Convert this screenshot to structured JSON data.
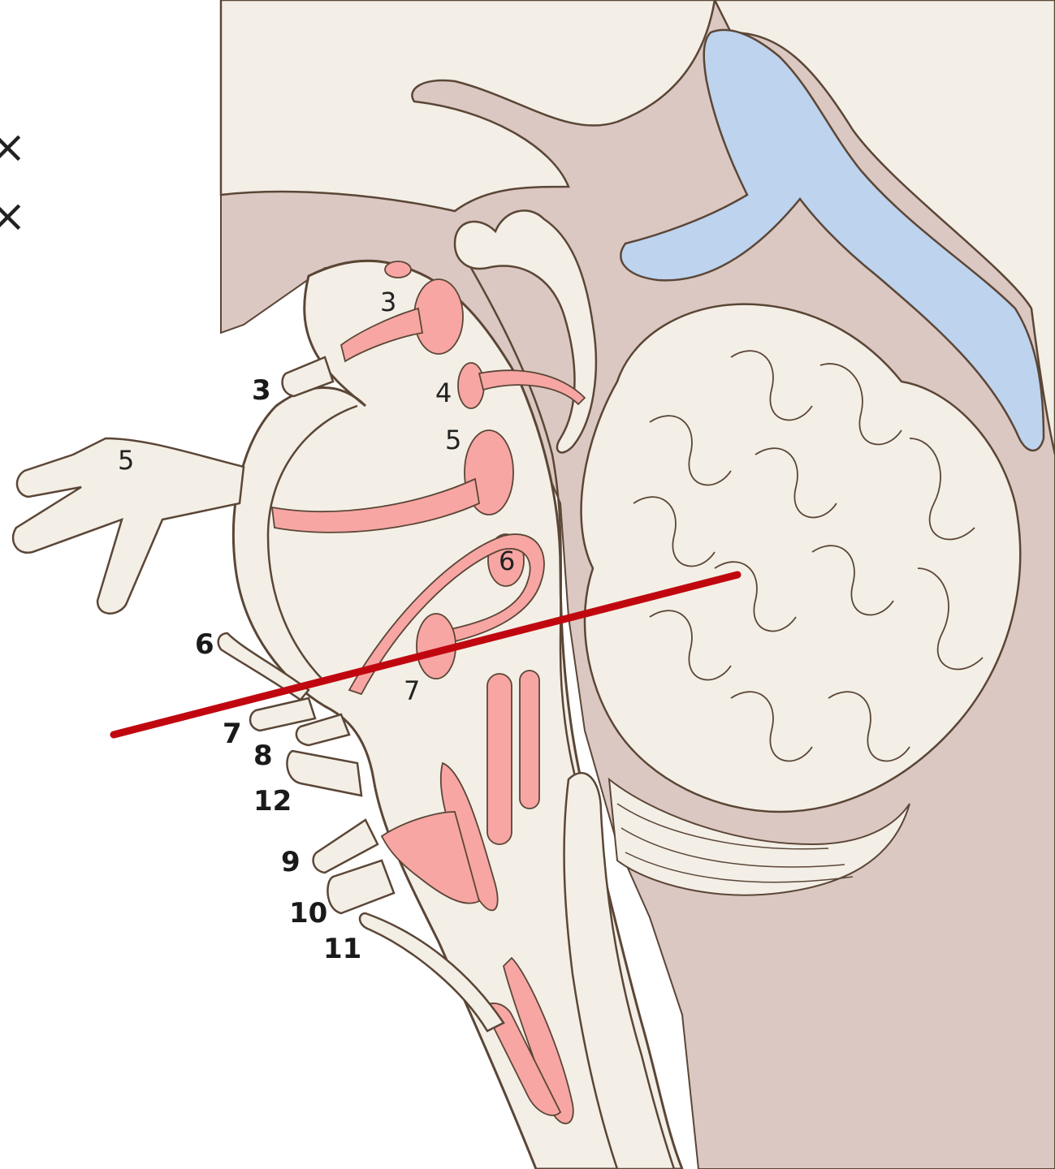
{
  "colors": {
    "tissue": "#f3efe6",
    "outline": "#5b4636",
    "dura": "#dcc8c2",
    "nucleus": "#f7a6a4",
    "ventricle": "#bdd3ee",
    "cut_line": "#c0070f"
  },
  "edge_glyphs": [
    "×",
    "×"
  ],
  "nucleus_labels": [
    "3",
    "4",
    "5",
    "6",
    "7"
  ],
  "nerve_labels": [
    "3",
    "5",
    "6",
    "7",
    "8",
    "12",
    "9",
    "10",
    "11"
  ]
}
